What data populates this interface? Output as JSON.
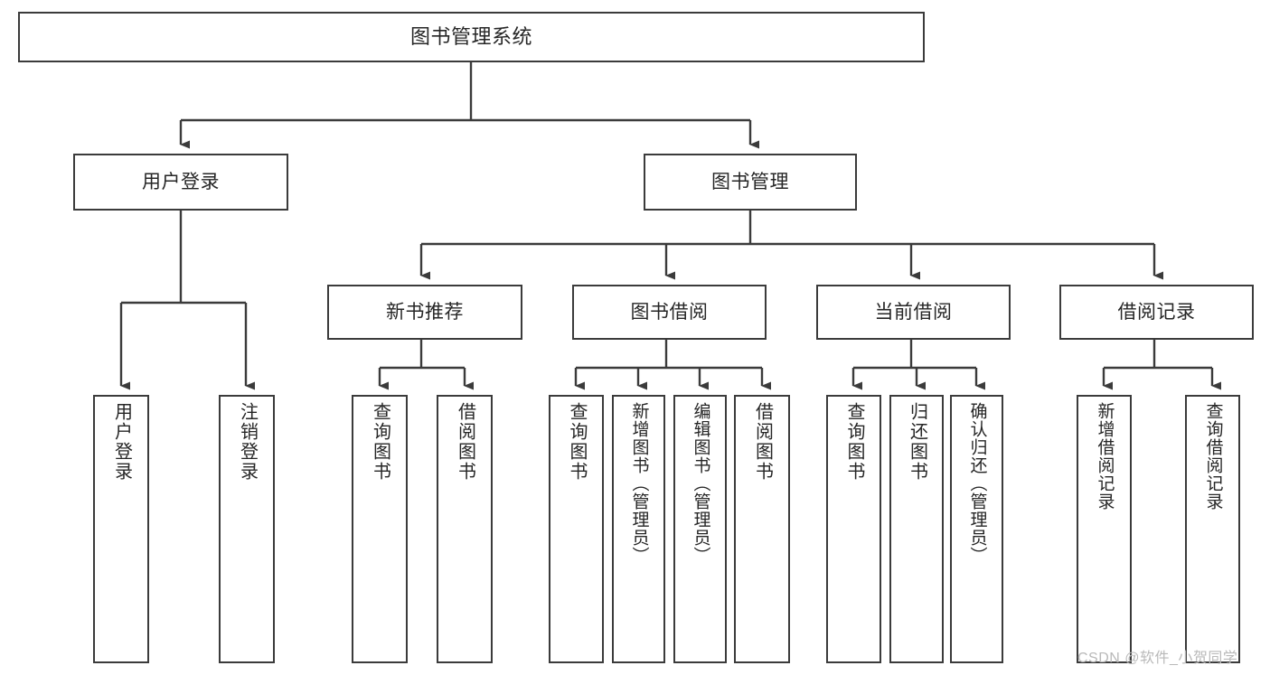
{
  "diagram": {
    "title": "图书管理系统",
    "type": "tree-hierarchy",
    "watermark": "CSDN @软件_小贺同学",
    "colors": {
      "box_border": "#3b3b3b",
      "box_fill": "#ffffff",
      "text": "#262626",
      "connector": "#3b3b3b",
      "watermark": "#b9b9b9",
      "background": "#ffffff"
    }
  },
  "root": {
    "label": "图书管理系统"
  },
  "level2": [
    {
      "label": "用户登录"
    },
    {
      "label": "图书管理"
    }
  ],
  "level3": [
    {
      "label": "新书推荐"
    },
    {
      "label": "图书借阅"
    },
    {
      "label": "当前借阅"
    },
    {
      "label": "借阅记录"
    }
  ],
  "leaves": {
    "user_login": [
      {
        "label": "用户登录"
      },
      {
        "label": "注销登录"
      }
    ],
    "new_book_recommend": [
      {
        "label": "查询图书"
      },
      {
        "label": "借阅图书"
      }
    ],
    "book_borrow": [
      {
        "label": "查询图书"
      },
      {
        "label": "新增图书（管理员）"
      },
      {
        "label": "编辑图书（管理员）"
      },
      {
        "label": "借阅图书"
      }
    ],
    "current_borrow": [
      {
        "label": "查询图书"
      },
      {
        "label": "归还图书"
      },
      {
        "label": "确认归还（管理员）"
      }
    ],
    "borrow_record": [
      {
        "label": "新增借阅记录"
      },
      {
        "label": "查询借阅记录"
      }
    ]
  }
}
